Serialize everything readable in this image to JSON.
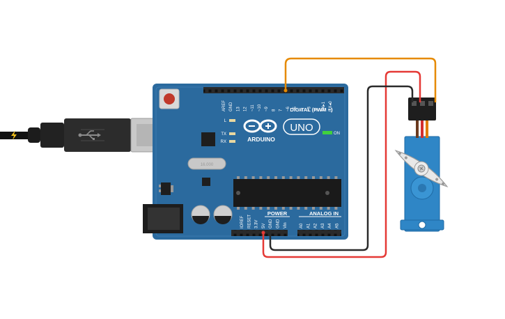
{
  "board": {
    "brand": "ARDUINO",
    "model": "UNO",
    "digital_header_label": "DIGITAL (PWM ~)",
    "power_header_label": "POWER",
    "analog_header_label": "ANALOG IN",
    "on_label": "ON",
    "led_l_label": "L",
    "led_tx_label": "TX",
    "led_rx_label": "RX",
    "crystal_label": "16.000",
    "digital_pins": [
      "AREF",
      "GND",
      "13",
      "12",
      "~11",
      "~10",
      "~9",
      "8",
      "7",
      "~6",
      "~5",
      "4",
      "~3",
      "2",
      "TX▸1",
      "RX◂0"
    ],
    "power_pins": [
      "IOREF",
      "RESET",
      "3.3V",
      "5V",
      "GND",
      "GND",
      "Vin"
    ],
    "analog_pins": [
      "A0",
      "A1",
      "A2",
      "A3",
      "A4",
      "A5"
    ],
    "colors": {
      "pcb": "#2b6a9e",
      "pcb_dark": "#1f5582",
      "header": "#2a2a2a",
      "silkscreen": "#ffffff",
      "reset_button": "#c0392b",
      "on_led": "#41d13d"
    }
  },
  "usb": {
    "icon": "usb-icon",
    "lightning_icon": "lightning-icon"
  },
  "servo": {
    "body_color": "#2f86c6",
    "connector_wires": [
      "#6b3b1f",
      "#d32f2f",
      "#e07b00"
    ]
  },
  "wires": {
    "signal_color": "#e68a00",
    "power_color": "#e53935",
    "ground_color": "#2a2a2a"
  }
}
